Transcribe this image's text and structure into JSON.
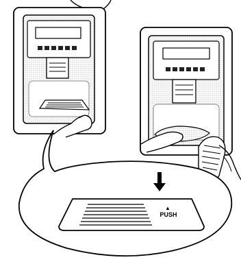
{
  "illustration": {
    "push_label": "PUSH",
    "push_arrow_glyph": "▲",
    "panels": [
      {
        "name": "left-dispenser",
        "buttons": 6
      },
      {
        "name": "right-dispenser",
        "buttons": 6
      }
    ],
    "detail_callout": {
      "arrow": "down-arrow-icon",
      "tray_grill_lines": 7
    }
  }
}
